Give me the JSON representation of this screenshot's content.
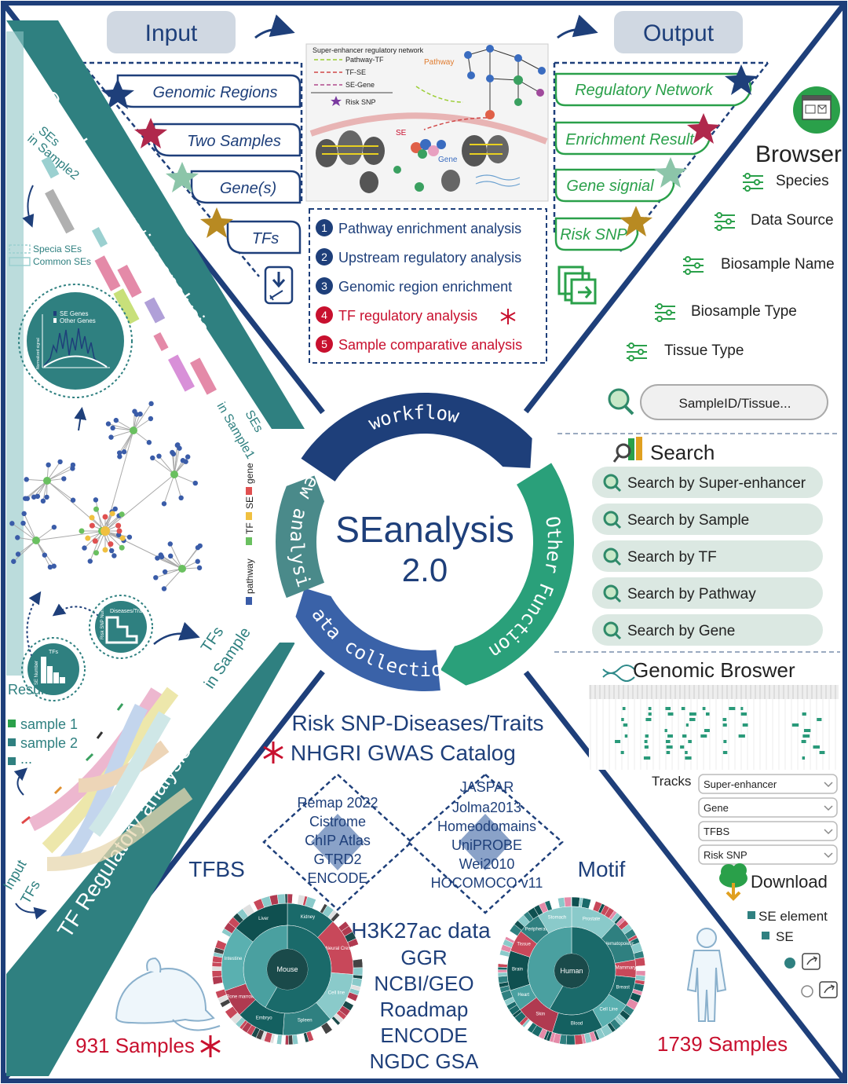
{
  "header": {
    "input": "Input",
    "output": "Output"
  },
  "inputs": [
    "Genomic Regions",
    "Two Samples",
    "Gene(s)",
    "TFs"
  ],
  "outputs": [
    "Regulatory Network",
    "Enrichment Result",
    "Gene signial",
    "Risk SNP"
  ],
  "network_legend": {
    "title": "Super-enhancer regulatory network",
    "items": [
      "Pathway-TF",
      "TF-SE",
      "SE-Gene",
      "Risk SNP"
    ],
    "labels": {
      "pathway": "Pathway",
      "se": "SE",
      "gene": "Gene"
    }
  },
  "analyses": [
    {
      "num": "1",
      "label": "Pathway enrichment analysis"
    },
    {
      "num": "2",
      "label": "Upstream regulatory analysis"
    },
    {
      "num": "3",
      "label": "Genomic region enrichment"
    },
    {
      "num": "4",
      "label": "TF regulatory analysis"
    },
    {
      "num": "5",
      "label": "Sample comparative analysis"
    }
  ],
  "center": {
    "title_line1": "SEanalysis",
    "title_line2": "2.0",
    "arcs": [
      "workflow",
      "Other Function",
      "Data collection",
      "New analysis"
    ]
  },
  "left": {
    "sample_comparative": "Sample comparative analysis",
    "tf_regulatory": "TF Regulatory analysis",
    "ses_in_sample2": [
      "SEs",
      "in Sample2"
    ],
    "ses_in_sample1": [
      "SEs",
      "in Sample1"
    ],
    "specia_ses": "Specia SEs",
    "common_ses": "Common SEs",
    "se_genes": "SE Genes",
    "other_genes": "Other Genes",
    "normalized_signal": "Normalized signal",
    "net_legend": [
      "pathway",
      "TF",
      "SE",
      "gene"
    ],
    "tfs": "TFs",
    "se_number": "SE Number",
    "diseases_traits": "Diseases/Traits",
    "risk_snp_number": "Risk SNP Number",
    "tfs_in_sample": [
      "TFs",
      "in Sample"
    ],
    "result_title": "Result:",
    "results": [
      "sample 1",
      "sample 2",
      "..."
    ],
    "input_tfs": [
      "Input",
      "TFs"
    ]
  },
  "browser": {
    "title": "Browser",
    "filters": [
      "Species",
      "Data Source",
      "Biosample Name",
      "Biosample Type",
      "Tissue Type"
    ],
    "search_placeholder": "SampleID/Tissue..."
  },
  "search": {
    "title": "Search",
    "buttons": [
      "Search by Super-enhancer",
      "Search by Sample",
      "Search by TF",
      "Search by Pathway",
      "Search by Gene"
    ]
  },
  "genome_browser": {
    "title": "Genomic Broswer",
    "tracks_label": "Tracks",
    "tracks": [
      "Super-enhancer",
      "Gene",
      "TFBS",
      "Risk SNP"
    ],
    "download": "Download",
    "download_options": [
      "SE element",
      "SE"
    ]
  },
  "data_collection": {
    "gwas_line1": "Risk SNP-Diseases/Traits",
    "gwas_line2": "NHGRI GWAS Catalog",
    "tfbs_label": "TFBS",
    "tfbs_sources": [
      "Remap 2022",
      "Cistrome",
      "ChIP Atlas",
      "GTRD2",
      "ENCODE"
    ],
    "motif_label": "Motif",
    "motif_sources": [
      "JASPAR",
      "Jolma2013",
      "Homeodomains",
      "UniPROBE",
      "Wei2010",
      "HOCOMOCO v11"
    ],
    "h3k27ac_title": "H3K27ac data",
    "h3k27ac_sources": [
      "GGR",
      "NCBI/GEO",
      "Roadmap",
      "ENCODE",
      "NGDC GSA"
    ],
    "mouse_center": "Mouse",
    "mouse_slices": [
      "Kidney",
      "Neural Crest",
      "Cell line",
      "Spleen",
      "Embryo",
      "Bone marrow",
      "Intestine",
      "Liver"
    ],
    "human_center": "Human",
    "human_slices": [
      "Prostate",
      "Hematopoietic",
      "Mammary",
      "Breast",
      "Cell Line",
      "Blood",
      "Skin",
      "Heart",
      "Brain",
      "Tissue",
      "Peripheral",
      "Stomach"
    ],
    "mouse_samples": "931 Samples",
    "human_samples": "1739 Samples"
  },
  "colors": {
    "navy": "#1e3f7a",
    "teal": "#2f8a8a",
    "green": "#2aa04a",
    "red": "#c8102e",
    "gray_box": "#d0d8e2"
  }
}
